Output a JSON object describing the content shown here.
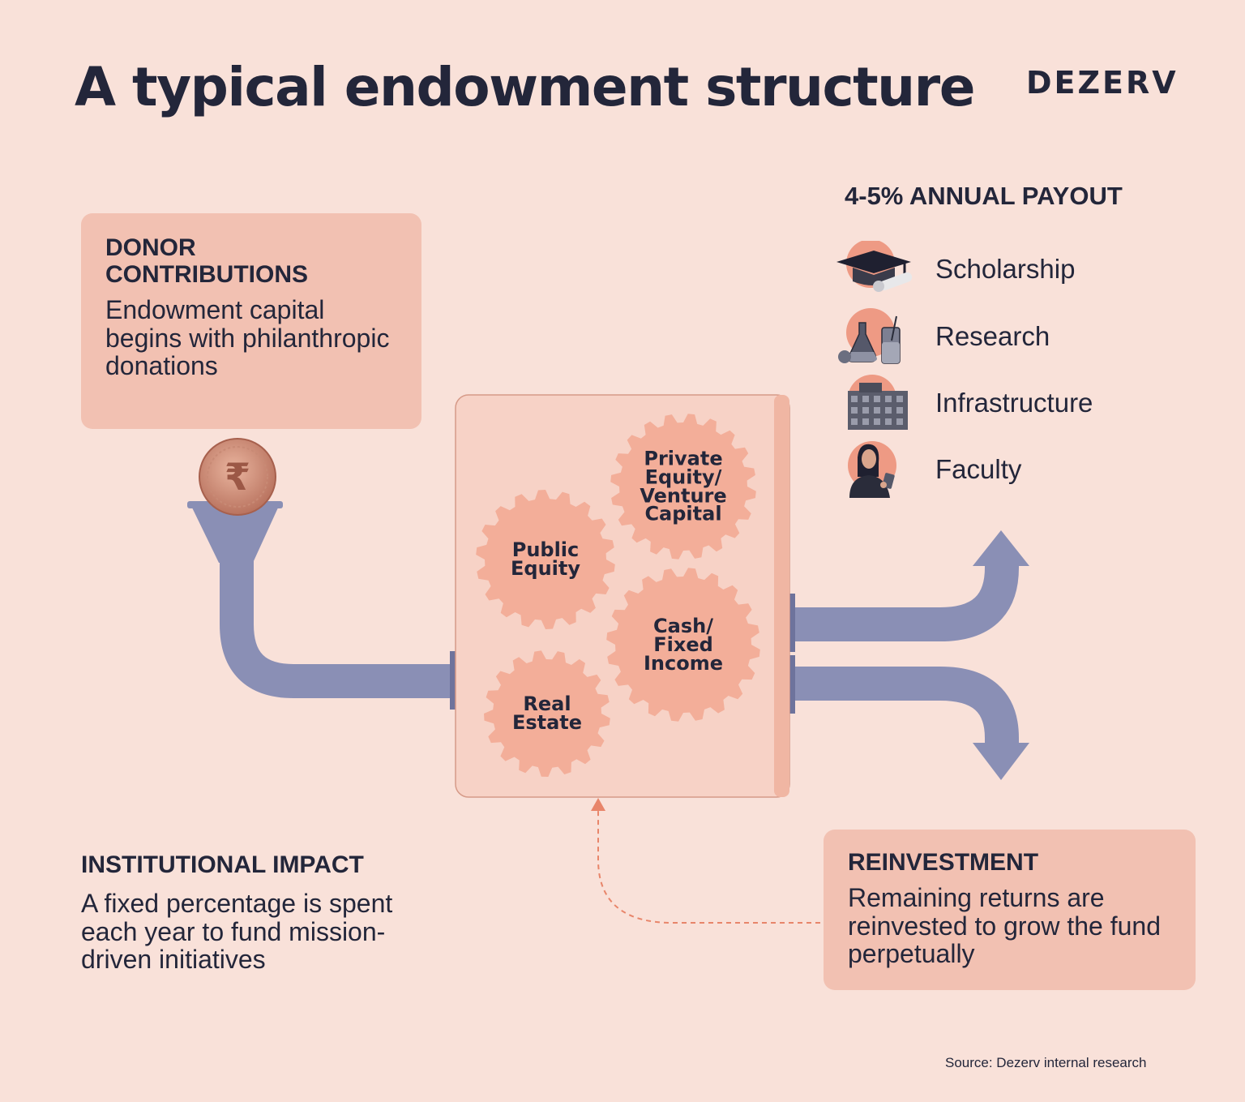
{
  "header": {
    "title": "A typical endowment structure",
    "brand": "DEZERV"
  },
  "donor": {
    "heading_line1": "DONOR",
    "heading_line2": "CONTRIBUTIONS",
    "body": "Endowment capital begins with philanthropic donations"
  },
  "portfolio": {
    "gears": [
      {
        "label_lines": [
          "Private",
          "Equity/",
          "Venture",
          "Capital"
        ]
      },
      {
        "label_lines": [
          "Public",
          "Equity"
        ]
      },
      {
        "label_lines": [
          "Cash/",
          "Fixed",
          "Income"
        ]
      },
      {
        "label_lines": [
          "Real",
          "Estate"
        ]
      }
    ]
  },
  "payout": {
    "title": "4-5% ANNUAL PAYOUT",
    "items": [
      {
        "label": "Scholarship",
        "icon": "graduation-cap-icon"
      },
      {
        "label": "Research",
        "icon": "lab-flasks-icon"
      },
      {
        "label": "Infrastructure",
        "icon": "building-icon"
      },
      {
        "label": "Faculty",
        "icon": "teacher-icon"
      }
    ]
  },
  "impact": {
    "heading": "INSTITUTIONAL IMPACT",
    "body": "A fixed percentage is spent each year to fund mission-driven initiatives"
  },
  "reinvestment": {
    "heading": "REINVESTMENT",
    "body": "Remaining returns are reinvested to grow the fund perpetually"
  },
  "source": "Source: Dezerv internal research",
  "colors": {
    "background": "#f9e1d9",
    "card": "#f2c1b2",
    "pipe": "#8a8fb5",
    "gear": "#f3ae99",
    "text": "#23263a",
    "accent": "#e8856a"
  }
}
